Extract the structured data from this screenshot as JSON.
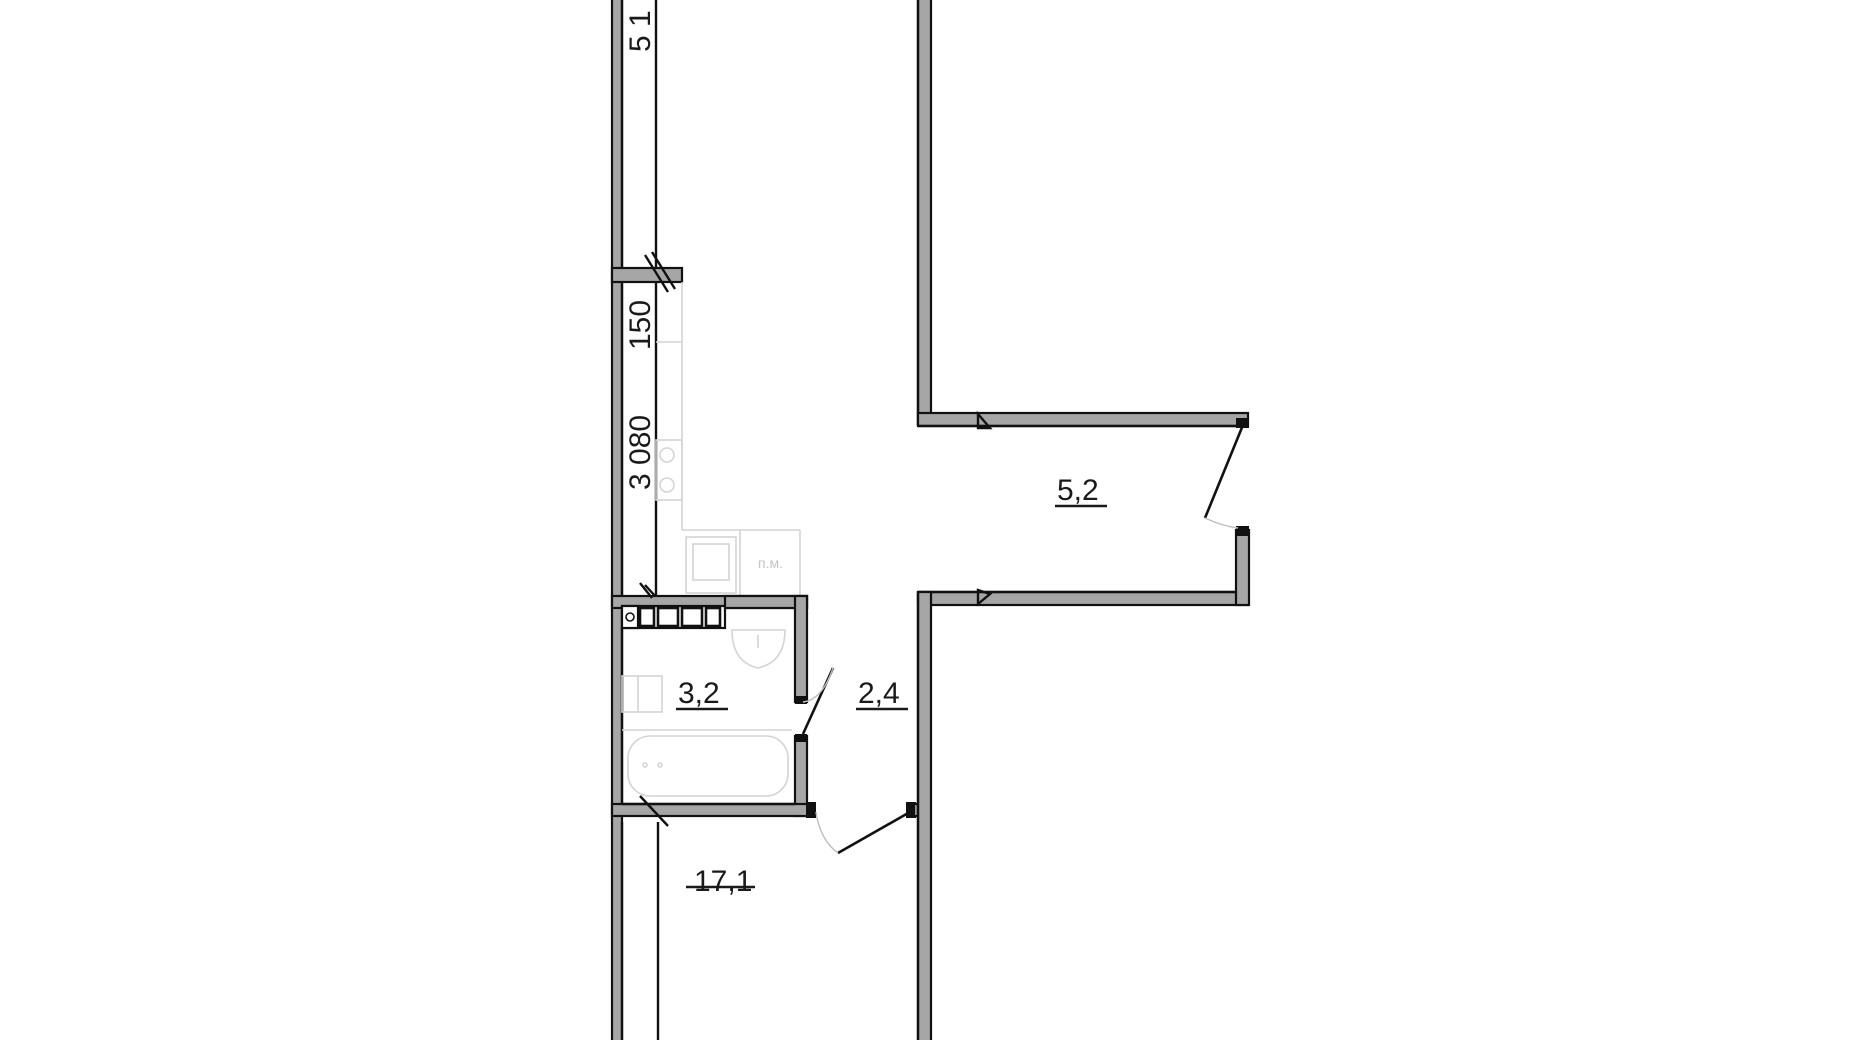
{
  "plan": {
    "type": "apartment-floor-plan",
    "rooms": [
      {
        "id": "corridor",
        "area": "5,2"
      },
      {
        "id": "bathroom",
        "area": "3,2"
      },
      {
        "id": "hallway",
        "area": "2,4"
      },
      {
        "id": "room",
        "area": "17,1"
      }
    ],
    "dimensions": {
      "top": "5 1",
      "middle_small": "150",
      "middle_large": "3 080"
    },
    "fixtures": {
      "washing_machine_label": "п.м."
    },
    "colors": {
      "wall_fill": "#a6a6a6",
      "wall_outline": "#111111",
      "fixture_outline": "#d4d4d4",
      "background": "#ffffff"
    }
  }
}
